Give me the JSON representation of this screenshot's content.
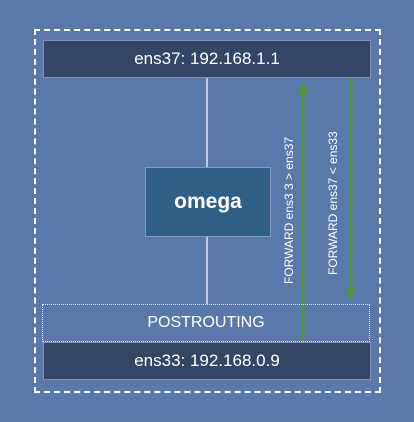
{
  "colors": {
    "background": "#5a78aa",
    "interface_fill": "#344565",
    "host_fill": "#2f5f87",
    "arrow": "#4f9a2a"
  },
  "top_interface": {
    "label": "ens37: 192.168.1.1"
  },
  "host": {
    "label": "omega"
  },
  "chain": {
    "label": "POSTROUTING"
  },
  "bottom_interface": {
    "label": "ens33: 192.168.0.9"
  },
  "flows": [
    {
      "label": "FORWARD ens3 3 > ens37",
      "direction": "up"
    },
    {
      "label": "FORWARD ens37 < ens33",
      "direction": "down"
    }
  ]
}
